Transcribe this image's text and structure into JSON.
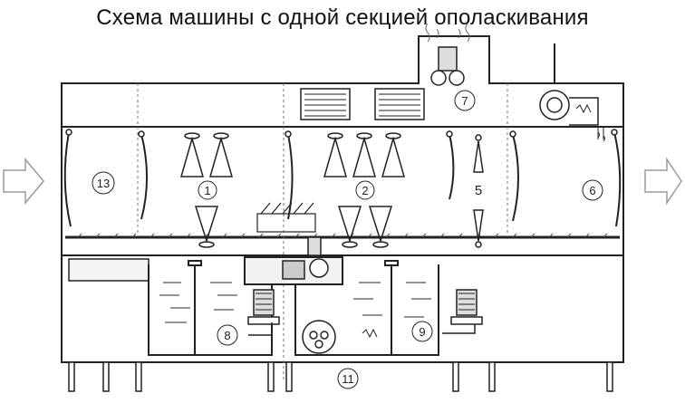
{
  "title": "Схема машины с одной секцией ополаскивания",
  "labels": {
    "n1": "1",
    "n2": "2",
    "n5": "5",
    "n6": "6",
    "n7": "7",
    "n8": "8",
    "n9": "9",
    "n11": "11",
    "n13": "13"
  },
  "colors": {
    "stroke": "#222222",
    "light": "#888888",
    "arrow": "#9a9a9a",
    "water": "#555555"
  }
}
